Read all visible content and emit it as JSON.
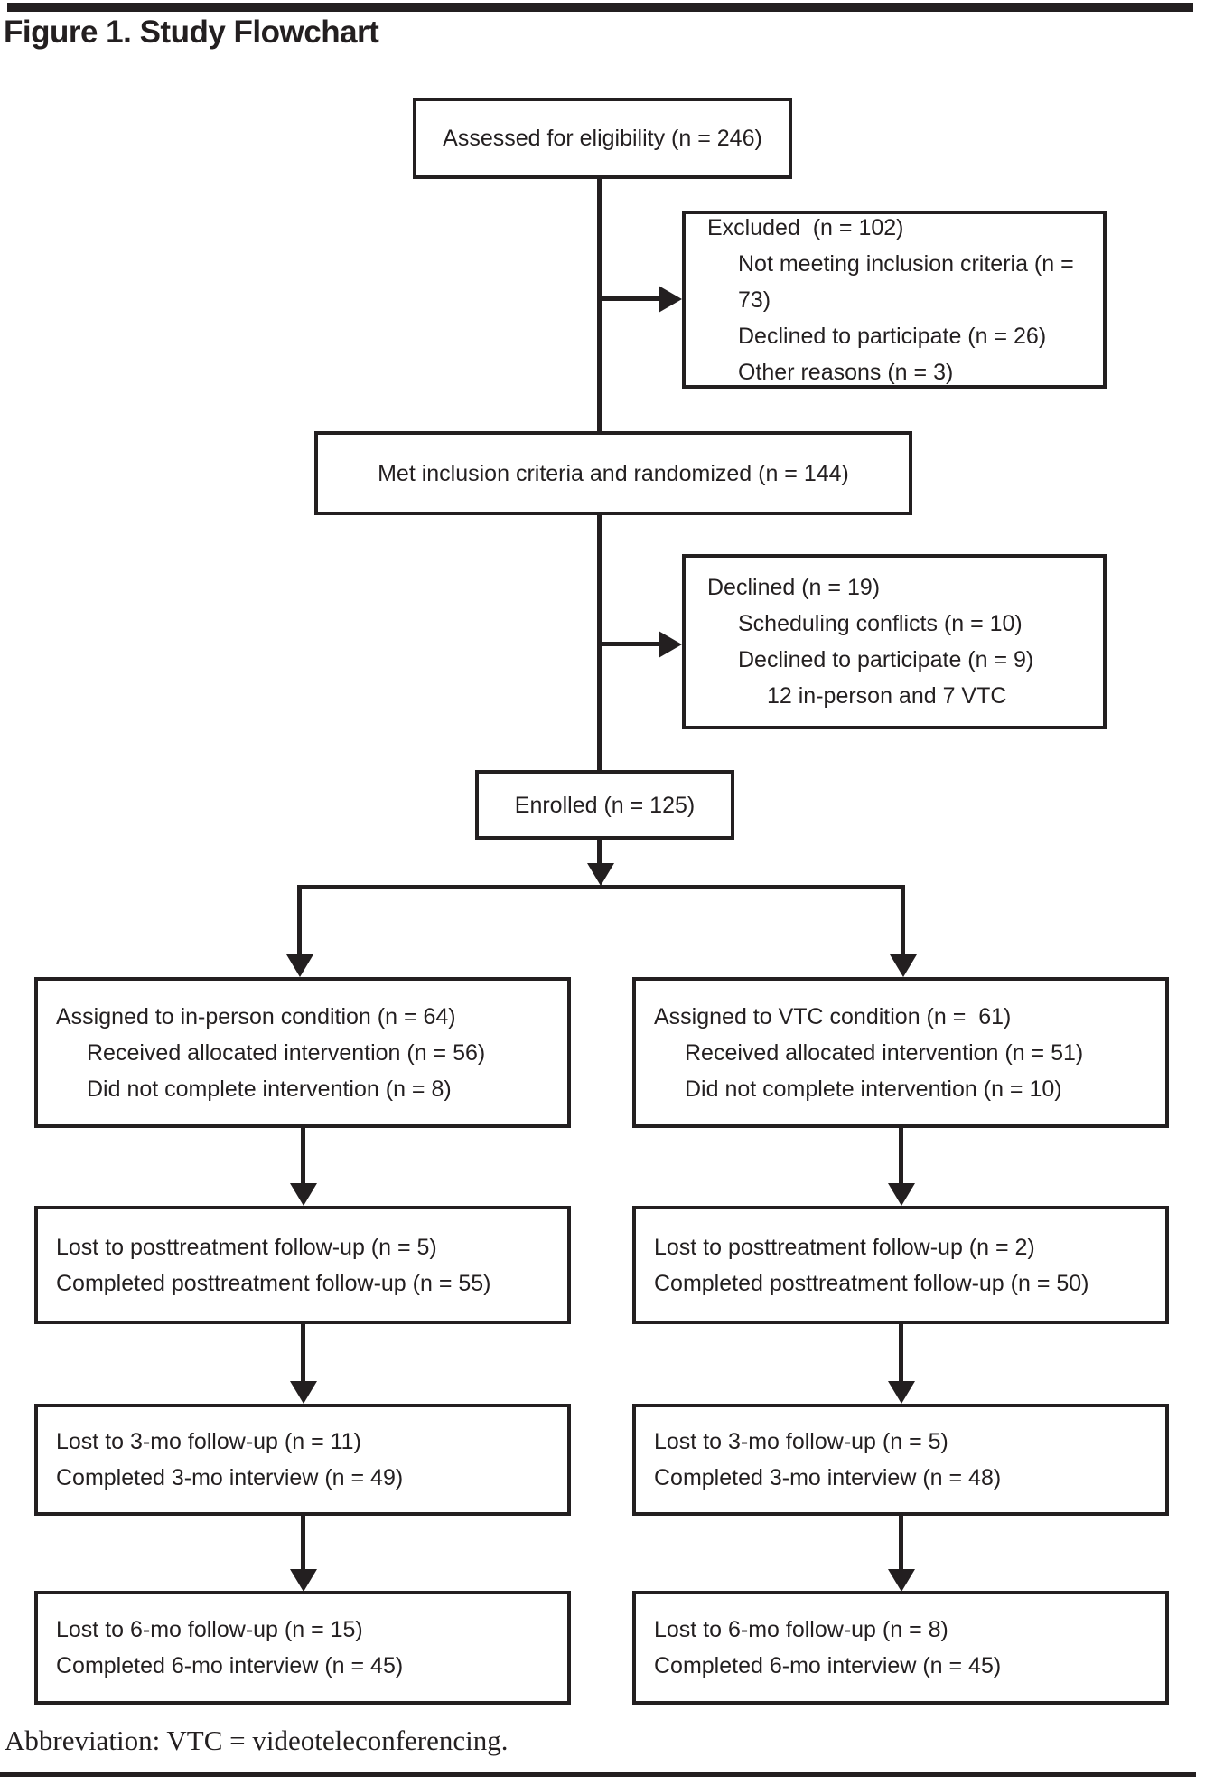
{
  "figure": {
    "title": "Figure 1. Study Flowchart",
    "footnote": "Abbreviation: VTC = videoteleconferencing."
  },
  "colors": {
    "ink": "#231f20",
    "background": "#ffffff"
  },
  "boxes": {
    "assessed": {
      "lines": [
        "Assessed for eligibility (n = 246)"
      ]
    },
    "excluded": {
      "lines": [
        "Excluded  (n = 102)",
        "Not meeting inclusion criteria (n = 73)",
        "Declined to participate (n = 26)",
        "Other reasons (n = 3)"
      ]
    },
    "randomized": {
      "lines": [
        "Met inclusion criteria and randomized (n = 144)"
      ]
    },
    "declined": {
      "lines": [
        "Declined (n = 19)",
        "Scheduling conflicts (n = 10)",
        "Declined to participate (n = 9)",
        "12 in-person and 7 VTC"
      ]
    },
    "enrolled": {
      "lines": [
        "Enrolled (n = 125)"
      ]
    },
    "inperson_assigned": {
      "lines": [
        "Assigned to in-person condition (n = 64)",
        "Received allocated intervention (n = 56)",
        "Did not complete intervention (n = 8)"
      ]
    },
    "vtc_assigned": {
      "lines": [
        "Assigned to VTC condition (n =  61)",
        "Received allocated intervention (n = 51)",
        "Did not complete intervention (n = 10)"
      ]
    },
    "inperson_posttx": {
      "lines": [
        "Lost to posttreatment follow-up (n = 5)",
        "Completed posttreatment follow-up (n = 55)"
      ]
    },
    "vtc_posttx": {
      "lines": [
        "Lost to posttreatment follow-up (n = 2)",
        "Completed posttreatment follow-up (n = 50)"
      ]
    },
    "inperson_3mo": {
      "lines": [
        "Lost to 3-mo follow-up (n = 11)",
        "Completed 3-mo interview (n = 49)"
      ]
    },
    "vtc_3mo": {
      "lines": [
        "Lost to 3-mo follow-up (n = 5)",
        "Completed 3-mo interview (n = 48)"
      ]
    },
    "inperson_6mo": {
      "lines": [
        "Lost to 6-mo follow-up (n = 15)",
        "Completed 6-mo interview (n = 45)"
      ]
    },
    "vtc_6mo": {
      "lines": [
        "Lost to 6-mo follow-up (n = 8)",
        "Completed 6-mo interview (n = 45)"
      ]
    }
  }
}
